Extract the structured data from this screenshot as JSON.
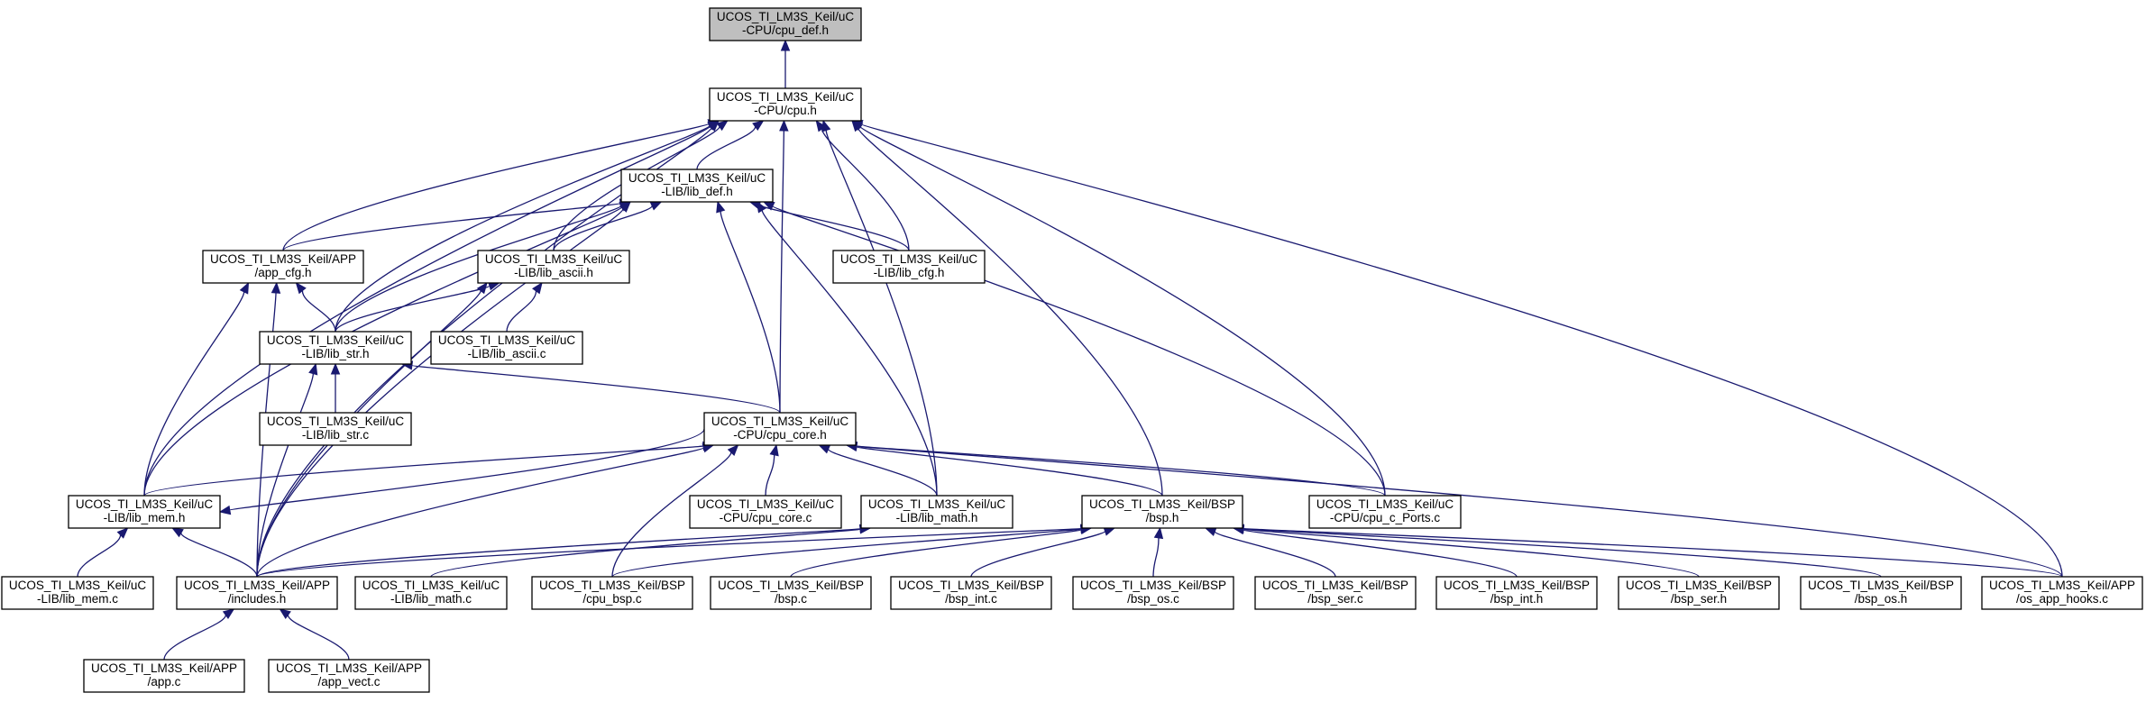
{
  "diagram": {
    "nodes": [
      {
        "id": "cpu_def",
        "line1": "UCOS_TI_LM3S_Keil/uC",
        "line2": "-CPU/cpu_def.h",
        "root": true
      },
      {
        "id": "cpu_h",
        "line1": "UCOS_TI_LM3S_Keil/uC",
        "line2": "-CPU/cpu.h"
      },
      {
        "id": "lib_def",
        "line1": "UCOS_TI_LM3S_Keil/uC",
        "line2": "-LIB/lib_def.h"
      },
      {
        "id": "app_cfg",
        "line1": "UCOS_TI_LM3S_Keil/APP",
        "line2": "/app_cfg.h"
      },
      {
        "id": "lib_ascii_h",
        "line1": "UCOS_TI_LM3S_Keil/uC",
        "line2": "-LIB/lib_ascii.h"
      },
      {
        "id": "lib_cfg",
        "line1": "UCOS_TI_LM3S_Keil/uC",
        "line2": "-LIB/lib_cfg.h"
      },
      {
        "id": "lib_str_h",
        "line1": "UCOS_TI_LM3S_Keil/uC",
        "line2": "-LIB/lib_str.h"
      },
      {
        "id": "lib_ascii_c",
        "line1": "UCOS_TI_LM3S_Keil/uC",
        "line2": "-LIB/lib_ascii.c"
      },
      {
        "id": "lib_str_c",
        "line1": "UCOS_TI_LM3S_Keil/uC",
        "line2": "-LIB/lib_str.c"
      },
      {
        "id": "cpu_core_h",
        "line1": "UCOS_TI_LM3S_Keil/uC",
        "line2": "-CPU/cpu_core.h"
      },
      {
        "id": "lib_mem_h",
        "line1": "UCOS_TI_LM3S_Keil/uC",
        "line2": "-LIB/lib_mem.h"
      },
      {
        "id": "cpu_core_c",
        "line1": "UCOS_TI_LM3S_Keil/uC",
        "line2": "-CPU/cpu_core.c"
      },
      {
        "id": "lib_math_h",
        "line1": "UCOS_TI_LM3S_Keil/uC",
        "line2": "-LIB/lib_math.h"
      },
      {
        "id": "bsp_h",
        "line1": "UCOS_TI_LM3S_Keil/BSP",
        "line2": "/bsp.h"
      },
      {
        "id": "cpu_c_ports",
        "line1": "UCOS_TI_LM3S_Keil/uC",
        "line2": "-CPU/cpu_c_Ports.c"
      },
      {
        "id": "lib_mem_c",
        "line1": "UCOS_TI_LM3S_Keil/uC",
        "line2": "-LIB/lib_mem.c"
      },
      {
        "id": "includes_h",
        "line1": "UCOS_TI_LM3S_Keil/APP",
        "line2": "/includes.h"
      },
      {
        "id": "lib_math_c",
        "line1": "UCOS_TI_LM3S_Keil/uC",
        "line2": "-LIB/lib_math.c"
      },
      {
        "id": "cpu_bsp_c",
        "line1": "UCOS_TI_LM3S_Keil/BSP",
        "line2": "/cpu_bsp.c"
      },
      {
        "id": "bsp_c",
        "line1": "UCOS_TI_LM3S_Keil/BSP",
        "line2": "/bsp.c"
      },
      {
        "id": "bsp_int_c",
        "line1": "UCOS_TI_LM3S_Keil/BSP",
        "line2": "/bsp_int.c"
      },
      {
        "id": "bsp_os_c",
        "line1": "UCOS_TI_LM3S_Keil/BSP",
        "line2": "/bsp_os.c"
      },
      {
        "id": "bsp_ser_c",
        "line1": "UCOS_TI_LM3S_Keil/BSP",
        "line2": "/bsp_ser.c"
      },
      {
        "id": "bsp_int_h",
        "line1": "UCOS_TI_LM3S_Keil/BSP",
        "line2": "/bsp_int.h"
      },
      {
        "id": "bsp_ser_h",
        "line1": "UCOS_TI_LM3S_Keil/BSP",
        "line2": "/bsp_ser.h"
      },
      {
        "id": "bsp_os_h",
        "line1": "UCOS_TI_LM3S_Keil/BSP",
        "line2": "/bsp_os.h"
      },
      {
        "id": "os_app_hooks",
        "line1": "UCOS_TI_LM3S_Keil/APP",
        "line2": "/os_app_hooks.c"
      },
      {
        "id": "app_c",
        "line1": "UCOS_TI_LM3S_Keil/APP",
        "line2": "/app.c"
      },
      {
        "id": "app_vect",
        "line1": "UCOS_TI_LM3S_Keil/APP",
        "line2": "/app_vect.c"
      }
    ],
    "edges": [
      [
        "cpu_h",
        "cpu_def"
      ],
      [
        "lib_def",
        "cpu_h"
      ],
      [
        "app_cfg",
        "cpu_h"
      ],
      [
        "lib_ascii_h",
        "cpu_h"
      ],
      [
        "lib_cfg",
        "cpu_h"
      ],
      [
        "lib_str_h",
        "cpu_h"
      ],
      [
        "cpu_core_h",
        "cpu_h"
      ],
      [
        "lib_mem_h",
        "cpu_h"
      ],
      [
        "lib_math_h",
        "cpu_h"
      ],
      [
        "bsp_h",
        "cpu_h"
      ],
      [
        "cpu_c_ports",
        "cpu_h"
      ],
      [
        "includes_h",
        "cpu_h"
      ],
      [
        "os_app_hooks",
        "cpu_h"
      ],
      [
        "app_cfg",
        "lib_def"
      ],
      [
        "lib_ascii_h",
        "lib_def"
      ],
      [
        "lib_cfg",
        "lib_def"
      ],
      [
        "lib_str_h",
        "lib_def"
      ],
      [
        "cpu_core_h",
        "lib_def"
      ],
      [
        "lib_mem_h",
        "lib_def"
      ],
      [
        "lib_math_h",
        "lib_def"
      ],
      [
        "cpu_c_ports",
        "lib_def"
      ],
      [
        "includes_h",
        "lib_def"
      ],
      [
        "lib_str_h",
        "app_cfg"
      ],
      [
        "lib_mem_h",
        "app_cfg"
      ],
      [
        "includes_h",
        "app_cfg"
      ],
      [
        "lib_str_h",
        "lib_ascii_h"
      ],
      [
        "lib_ascii_c",
        "lib_ascii_h"
      ],
      [
        "includes_h",
        "lib_ascii_h"
      ],
      [
        "lib_str_c",
        "lib_str_h"
      ],
      [
        "cpu_core_h",
        "lib_str_h"
      ],
      [
        "includes_h",
        "lib_str_h"
      ],
      [
        "lib_mem_h",
        "cpu_core_h"
      ],
      [
        "cpu_core_c",
        "cpu_core_h"
      ],
      [
        "lib_math_h",
        "cpu_core_h"
      ],
      [
        "bsp_h",
        "cpu_core_h"
      ],
      [
        "cpu_c_ports",
        "cpu_core_h"
      ],
      [
        "includes_h",
        "cpu_core_h"
      ],
      [
        "cpu_bsp_c",
        "cpu_core_h"
      ],
      [
        "os_app_hooks",
        "cpu_core_h"
      ],
      [
        "cpu_core_h",
        "lib_mem_h"
      ],
      [
        "lib_mem_c",
        "lib_mem_h"
      ],
      [
        "includes_h",
        "lib_mem_h"
      ],
      [
        "includes_h",
        "lib_math_h"
      ],
      [
        "lib_math_c",
        "lib_math_h"
      ],
      [
        "includes_h",
        "bsp_h"
      ],
      [
        "cpu_bsp_c",
        "bsp_h"
      ],
      [
        "bsp_c",
        "bsp_h"
      ],
      [
        "bsp_int_c",
        "bsp_h"
      ],
      [
        "bsp_os_c",
        "bsp_h"
      ],
      [
        "bsp_ser_c",
        "bsp_h"
      ],
      [
        "bsp_int_h",
        "bsp_h"
      ],
      [
        "bsp_ser_h",
        "bsp_h"
      ],
      [
        "bsp_os_h",
        "bsp_h"
      ],
      [
        "os_app_hooks",
        "bsp_h"
      ],
      [
        "app_c",
        "includes_h"
      ],
      [
        "app_vect",
        "includes_h"
      ]
    ]
  }
}
